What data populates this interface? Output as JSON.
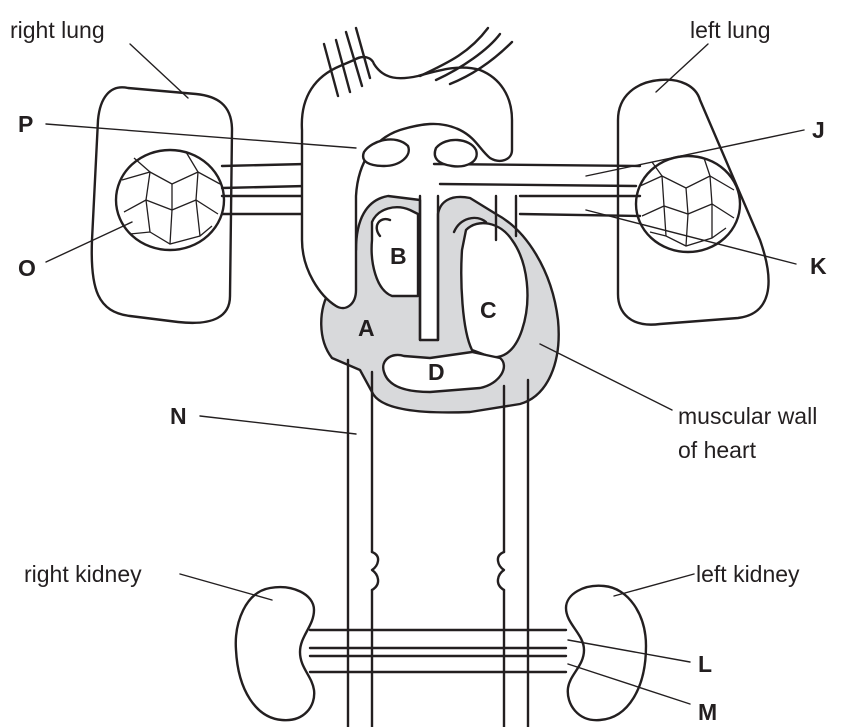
{
  "labels": {
    "right_lung": "right lung",
    "left_lung": "left lung",
    "muscular_wall_line1": "muscular wall",
    "muscular_wall_line2": "of heart",
    "right_kidney": "right kidney",
    "left_kidney": "left kidney"
  },
  "letters": {
    "P": "P",
    "J": "J",
    "O": "O",
    "K": "K",
    "B": "B",
    "C": "C",
    "A": "A",
    "D": "D",
    "N": "N",
    "L": "L",
    "M": "M"
  }
}
